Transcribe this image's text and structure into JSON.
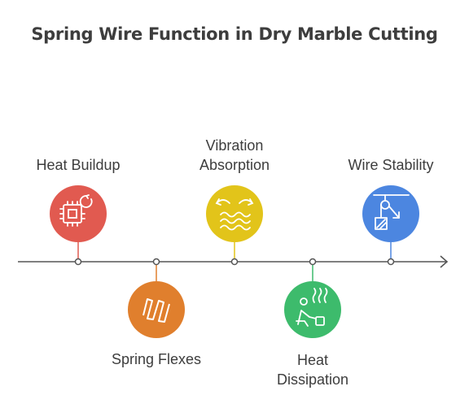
{
  "title": "Spring Wire Function in Dry Marble Cutting",
  "steps": [
    {
      "label_lines": [
        "Heat Buildup"
      ],
      "position": "above",
      "color": "#e15a50",
      "icon": "cpu-heat-icon"
    },
    {
      "label_lines": [
        "Spring Flexes"
      ],
      "position": "below",
      "color": "#e07f2d",
      "icon": "spring-coil-icon"
    },
    {
      "label_lines": [
        "Vibration",
        "Absorption"
      ],
      "position": "above",
      "color": "#e2c41a",
      "icon": "wave-arrows-icon"
    },
    {
      "label_lines": [
        "Heat",
        "Dissipation"
      ],
      "position": "below",
      "color": "#3dbb6c",
      "icon": "person-heat-icon"
    },
    {
      "label_lines": [
        "Wire Stability"
      ],
      "position": "above",
      "color": "#4c86e0",
      "icon": "pulley-icon"
    }
  ],
  "colors": {
    "axis": "#555555",
    "text": "#3d3d3d",
    "icon_stroke": "#ffffff"
  }
}
